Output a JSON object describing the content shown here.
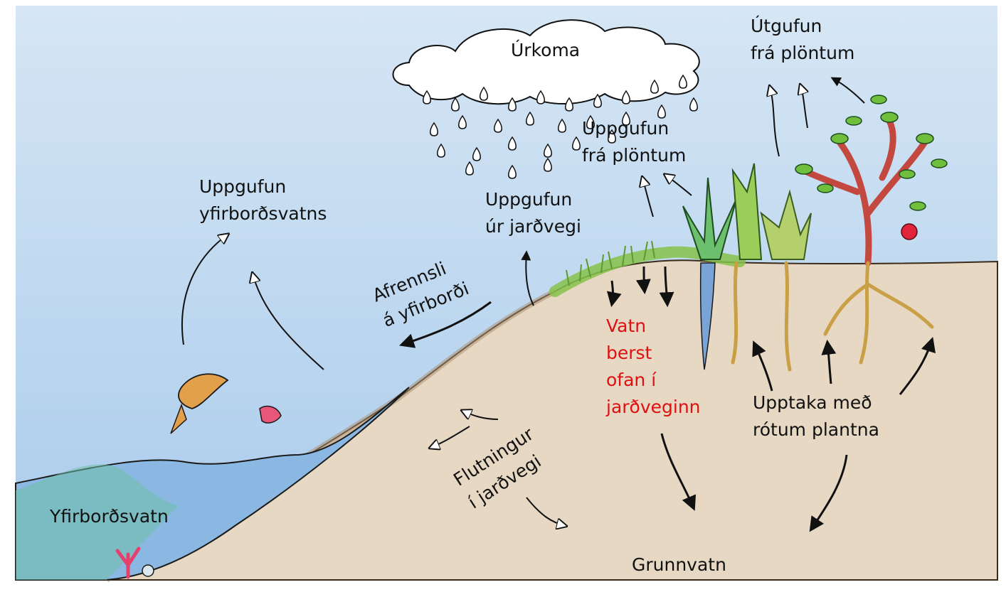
{
  "diagram": {
    "colors": {
      "sky": "#c9dff2",
      "water": "#7fb1df",
      "soil": "#e7d7c3",
      "grass": "#86c24a",
      "accent_label": "#e01010"
    },
    "icons": [
      "cloud-icon",
      "raindrop-icon",
      "fish-icon",
      "plant-icon",
      "tree-icon",
      "carrot-icon",
      "coral-icon",
      "snail-icon",
      "berry-icon"
    ],
    "labels": {
      "precipitation": "Úrkoma",
      "plant_transpiration_top": [
        "Útgufun",
        "frá plöntum"
      ],
      "plant_evaporation": [
        "Uppgufun",
        "frá plöntum"
      ],
      "soil_evaporation": [
        "Uppgufun",
        "úr jarðvegi"
      ],
      "surface_water_evaporation": [
        "Uppgufun",
        "yfirborðsvatns"
      ],
      "surface_runoff": [
        "Afrennsli",
        "á yfirborði"
      ],
      "infiltration": [
        "Vatn",
        "berst",
        "ofan í",
        "jarðveginn"
      ],
      "root_uptake": [
        "Upptaka með",
        "rótum plantna"
      ],
      "soil_transport": [
        "Flutningur",
        "í jarðvegi"
      ],
      "surface_water": "Yfirborðsvatn",
      "groundwater": "Grunnvatn"
    }
  }
}
